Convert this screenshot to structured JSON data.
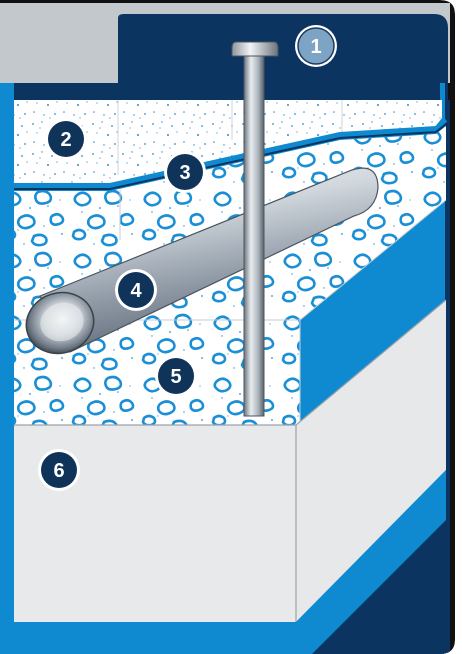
{
  "diagram": {
    "callouts": [
      {
        "id": "1",
        "label": "1",
        "style": "light"
      },
      {
        "id": "2",
        "label": "2",
        "style": "dark"
      },
      {
        "id": "3",
        "label": "3",
        "style": "dark"
      },
      {
        "id": "4",
        "label": "4",
        "style": "dark"
      },
      {
        "id": "5",
        "label": "5",
        "style": "dark"
      },
      {
        "id": "6",
        "label": "6",
        "style": "dark"
      }
    ],
    "colors": {
      "navy": "#0b3461",
      "blue": "#0f8ad0",
      "light_blue": "#1ea0e0",
      "slab_gray": "#e8e9eb",
      "frame_gray": "#b9bfc6",
      "callout_dark": "#10335a",
      "callout_light": "#7da3c5"
    }
  }
}
